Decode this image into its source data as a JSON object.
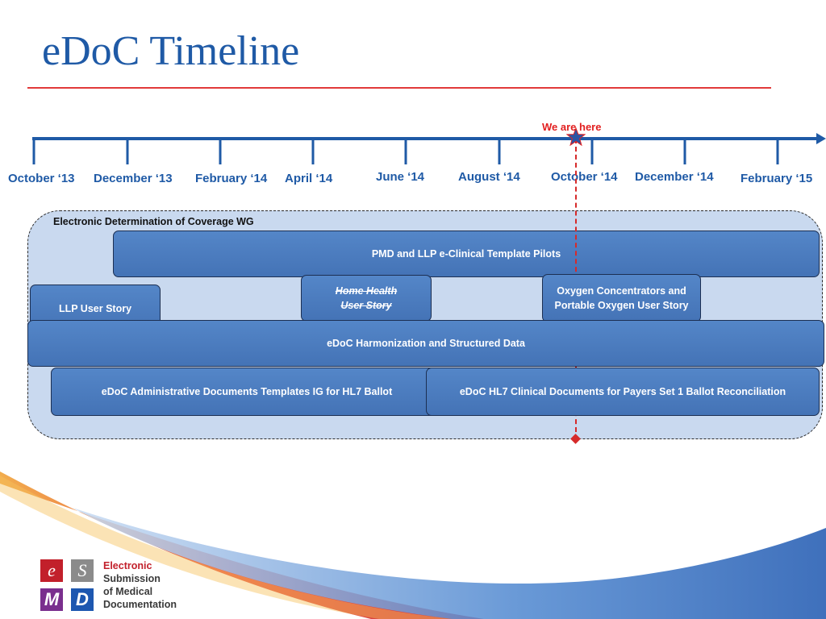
{
  "title": "eDoC Timeline",
  "timeline": {
    "marker_label": "We are here",
    "ticks": [
      "October ‘13",
      "December  ‘13",
      "February ‘14",
      "April ‘14",
      "June ‘14",
      "August  ‘14",
      "October ‘14",
      "December ‘14",
      "February ‘15"
    ]
  },
  "group": {
    "label": "Electronic Determination of Coverage WG",
    "items": [
      "PMD and LLP e-Clinical Template Pilots",
      "LLP User Story",
      "Home Health",
      "User Story",
      "Oxygen Concentrators and",
      "Portable Oxygen User Story",
      "eDoC Harmonization and Structured Data",
      "eDoC Administrative Documents Templates IG for HL7 Ballot",
      "eDoC HL7 Clinical Documents for Payers Set 1 Ballot Reconciliation"
    ]
  },
  "logo": {
    "letters": [
      "e",
      "S",
      "M",
      "D"
    ],
    "text_lines": [
      "Electronic",
      "Submission",
      "of Medical",
      "Documentation"
    ]
  },
  "colors": {
    "title": "#1f5aa6",
    "accent_red": "#e23a3a",
    "box_fill": "#4f80c2",
    "group_fill": "#c9d9ef"
  }
}
